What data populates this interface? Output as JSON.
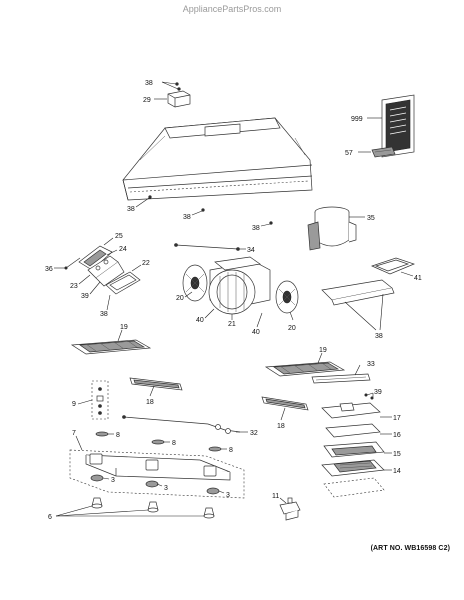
{
  "watermark": "AppliancePartsPros.com",
  "art_number": "(ART NO. WB16598 C2)",
  "callouts": {
    "c38_top": "38",
    "c29": "29",
    "c999": "999",
    "c57": "57",
    "c38_hood_a": "38",
    "c38_hood_b": "38",
    "c38_hood_c": "38",
    "c35": "35",
    "c25": "25",
    "c24": "24",
    "c36": "36",
    "c23": "23",
    "c39_a": "39",
    "c22": "22",
    "c34": "34",
    "c41": "41",
    "c38_mid": "38",
    "c20_a": "20",
    "c20_b": "20",
    "c21": "21",
    "c40_a": "40",
    "c40_b": "40",
    "c38_filter": "38",
    "c19_a": "19",
    "c19_b": "19",
    "c33": "33",
    "c39_b": "39",
    "c9": "9",
    "c18_a": "18",
    "c18_b": "18",
    "c17": "17",
    "c16": "16",
    "c8_a": "8",
    "c32": "32",
    "c7": "7",
    "c8_b": "8",
    "c15": "15",
    "c8_c": "8",
    "c14": "14",
    "c3_a": "3",
    "c3_b": "3",
    "c3_c": "3",
    "c11": "11",
    "c6": "6"
  }
}
